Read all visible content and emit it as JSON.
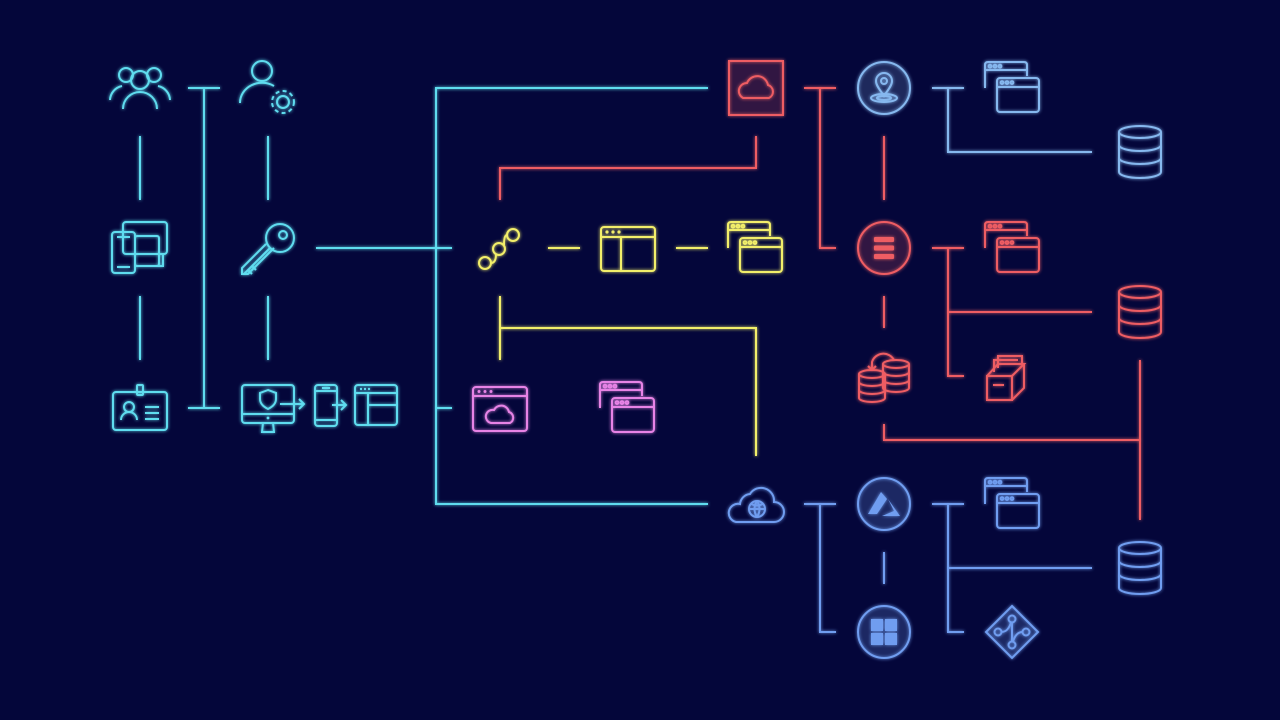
{
  "colors": {
    "background": "#04063a",
    "cyan": "#5fdcef",
    "red": "#ee5d63",
    "yellow": "#f2ee6a",
    "magenta": "#e783e6",
    "blue": "#6f9df0",
    "steel": "#86b8ef",
    "wash_red": "rgba(238,93,99,0.10)",
    "wash_yellow": "rgba(242,238,106,0.07)",
    "wash_magenta": "rgba(231,131,230,0.07)",
    "wash_blue": "rgba(111,157,240,0.12)"
  },
  "nodes": [
    {
      "name": "users-group-icon",
      "color": "cyan"
    },
    {
      "name": "user-settings-icon",
      "color": "cyan"
    },
    {
      "name": "devices-icon",
      "color": "cyan"
    },
    {
      "name": "key-icon",
      "color": "cyan"
    },
    {
      "name": "id-badge-icon",
      "color": "cyan"
    },
    {
      "name": "secure-monitor-icon",
      "color": "cyan"
    },
    {
      "name": "mobile-export-icon",
      "color": "cyan"
    },
    {
      "name": "layout-window-icon",
      "color": "cyan"
    },
    {
      "name": "cloud-square-icon",
      "color": "red"
    },
    {
      "name": "location-pin-icon",
      "color": "steel"
    },
    {
      "name": "windows-stack-icon",
      "color": "steel"
    },
    {
      "name": "database-icon",
      "color": "steel"
    },
    {
      "name": "workflow-icon",
      "color": "yellow"
    },
    {
      "name": "split-window-icon",
      "color": "yellow"
    },
    {
      "name": "windows-stack-icon",
      "color": "yellow"
    },
    {
      "name": "list-circle-icon",
      "color": "red"
    },
    {
      "name": "windows-stack-icon",
      "color": "red"
    },
    {
      "name": "database-icon",
      "color": "red"
    },
    {
      "name": "cloud-window-icon",
      "color": "magenta"
    },
    {
      "name": "windows-stack-icon",
      "color": "magenta"
    },
    {
      "name": "database-sync-icon",
      "color": "red"
    },
    {
      "name": "storage-box-icon",
      "color": "red"
    },
    {
      "name": "cloud-web-icon",
      "color": "blue"
    },
    {
      "name": "azure-logo-icon",
      "color": "blue"
    },
    {
      "name": "windows-stack-icon",
      "color": "blue"
    },
    {
      "name": "database-icon",
      "color": "blue"
    },
    {
      "name": "windows-logo-icon",
      "color": "blue"
    },
    {
      "name": "git-diamond-icon",
      "color": "blue"
    }
  ],
  "connectors": [
    {
      "name": "connector-cyan",
      "color": "cyan"
    },
    {
      "name": "connector-red",
      "color": "red"
    },
    {
      "name": "connector-yellow",
      "color": "yellow"
    },
    {
      "name": "connector-magenta",
      "color": "magenta"
    },
    {
      "name": "connector-blue",
      "color": "blue"
    },
    {
      "name": "connector-steel",
      "color": "steel"
    }
  ]
}
